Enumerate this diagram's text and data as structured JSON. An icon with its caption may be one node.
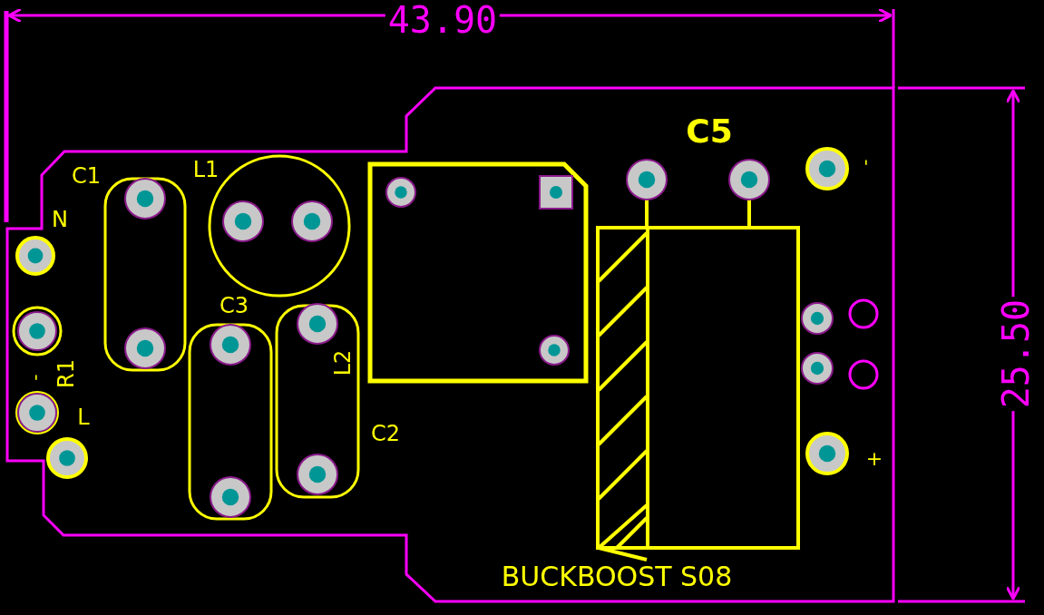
{
  "diagram": {
    "labels": [
      "43.90",
      "C5",
      "C1",
      "L1",
      "N",
      "C3",
      "-",
      "L2",
      "R1",
      "-",
      "L",
      "C2",
      "+",
      "25.50",
      "BUCKBOOST S08"
    ]
  }
}
